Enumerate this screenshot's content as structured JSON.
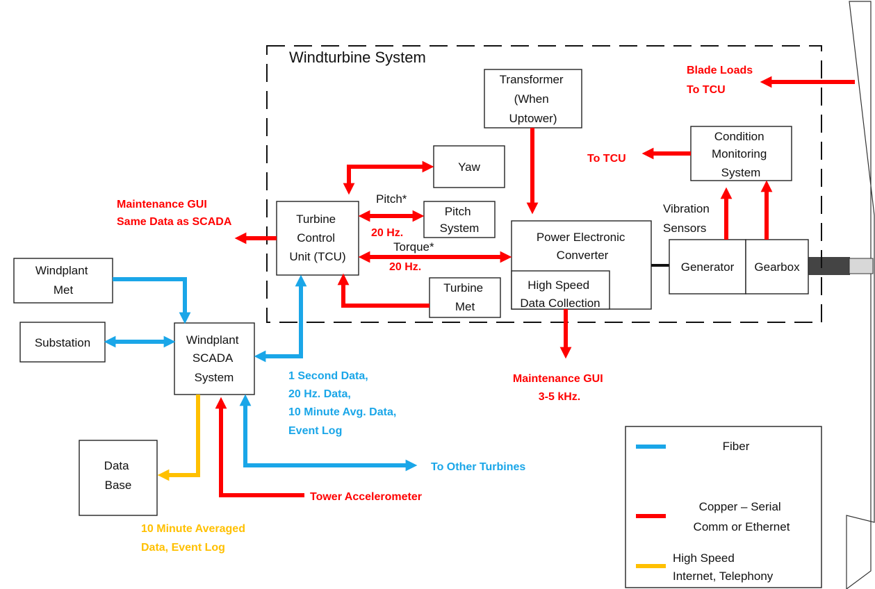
{
  "system_title": "Windturbine System",
  "colors": {
    "fiber": "#1aa6e8",
    "copper": "#ff0000",
    "internet": "#ffc000"
  },
  "boxes": {
    "transformer": [
      "Transformer",
      "(When",
      "Uptower)"
    ],
    "condition_monitoring": [
      "Condition",
      "Monitoring",
      "System"
    ],
    "yaw": [
      "Yaw"
    ],
    "pitch_system": [
      "Pitch",
      "System"
    ],
    "tcu": [
      "Turbine",
      "Control",
      "Unit (TCU)"
    ],
    "power_converter": [
      "Power Electronic",
      "Converter"
    ],
    "high_speed": [
      "High Speed",
      "Data Collection"
    ],
    "turbine_met": [
      "Turbine",
      "Met"
    ],
    "generator": [
      "Generator"
    ],
    "gearbox": [
      "Gearbox"
    ],
    "windplant_met": [
      "Windplant",
      "Met"
    ],
    "substation": [
      "Substation"
    ],
    "scada": [
      "Windplant",
      "SCADA",
      "System"
    ],
    "database": [
      "Data",
      "Base"
    ]
  },
  "labels": {
    "pitch": "Pitch*",
    "pitch_rate": "20 Hz.",
    "torque": "Torque*",
    "torque_rate": "20 Hz.",
    "vibration": [
      "Vibration",
      "Sensors"
    ],
    "blade_loads": [
      "Blade Loads",
      "To TCU"
    ],
    "to_tcu": "To TCU",
    "maint_gui_scada": [
      "Maintenance GUI",
      "Same Data as SCADA"
    ],
    "maint_gui_khz": [
      "Maintenance GUI",
      "3-5  kHz."
    ],
    "scada_data": [
      "1 Second Data,",
      "20 Hz. Data,",
      "10 Minute Avg. Data,",
      "Event Log"
    ],
    "other_turbines": "To Other Turbines",
    "tower_accel": "Tower Accelerometer",
    "averaged_data": [
      "10 Minute Averaged",
      "Data, Event Log"
    ]
  },
  "legend": {
    "fiber": "Fiber",
    "copper": [
      "Copper – Serial",
      "Comm or Ethernet"
    ],
    "internet": [
      "High Speed",
      "Internet, Telephony"
    ]
  }
}
